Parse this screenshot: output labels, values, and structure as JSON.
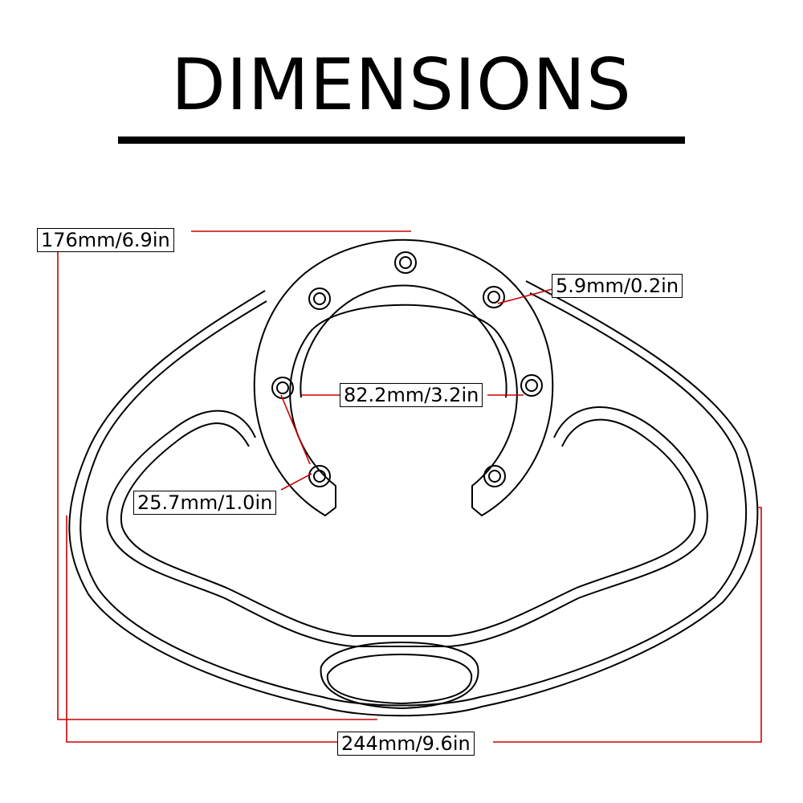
{
  "title": "DIMENSIONS",
  "colors": {
    "line": "#000000",
    "dimension": "#cc0000",
    "background": "#ffffff"
  },
  "dimensions": {
    "height": "176mm/6.9in",
    "bolt_hole": "5.9mm/0.2in",
    "inner_gap": "82.2mm/3.2in",
    "hole_spacing": "25.7mm/1.0in",
    "width": "244mm/9.6in"
  }
}
